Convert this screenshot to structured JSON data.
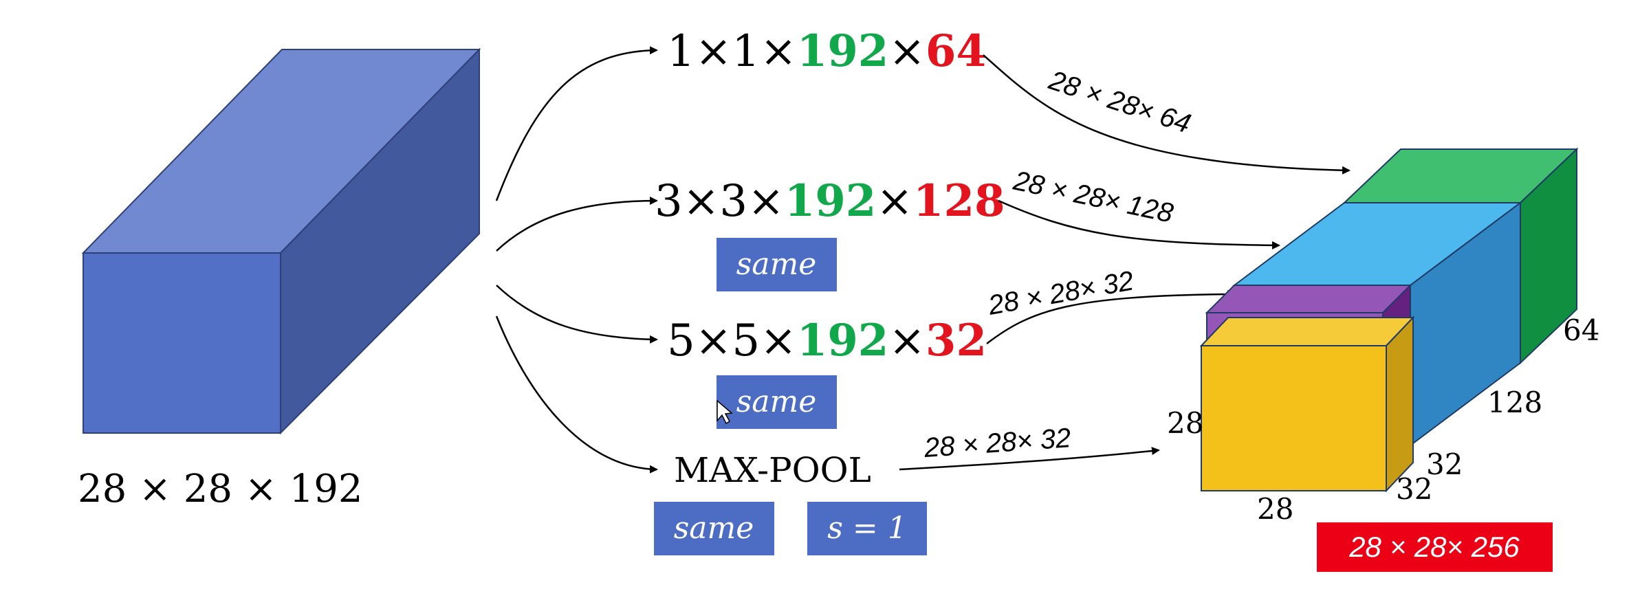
{
  "input_volume": {
    "dims_label": "28 × 28 × 192"
  },
  "branches": {
    "conv1": {
      "a": "1×1×",
      "b": "192",
      "c": "×",
      "d": "64",
      "out": "28 × 28× 64"
    },
    "conv3": {
      "a": "3×3×",
      "b": "192",
      "c": "×",
      "d": "128",
      "pad": "same",
      "out": "28 × 28× 128"
    },
    "conv5": {
      "a": "5×5×",
      "b": "192",
      "c": "×",
      "d": "32",
      "pad": "same",
      "out": "28 × 28× 32"
    },
    "pool": {
      "label": "MAX-POOL",
      "pad": "same",
      "stride": "s = 1",
      "out": "28 × 28× 32"
    }
  },
  "output_volume": {
    "height": "28",
    "width": "28",
    "depth_pool": "32",
    "depth_conv5": "32",
    "depth_conv3": "128",
    "depth_conv1": "64",
    "total": "28 × 28× 256"
  },
  "colors": {
    "blue_front": "#5170c6",
    "blue_top": "#7189d0",
    "blue_side": "#42599d",
    "green_num": "#10a84b",
    "red_num": "#e3141e",
    "tag_blue": "#4d6cc3",
    "tag_red": "#ec0016",
    "yellow": "#f4c11a",
    "purple": "#7030a0",
    "cyan": "#4cb8ee",
    "green_block": "#3fbf6f"
  }
}
